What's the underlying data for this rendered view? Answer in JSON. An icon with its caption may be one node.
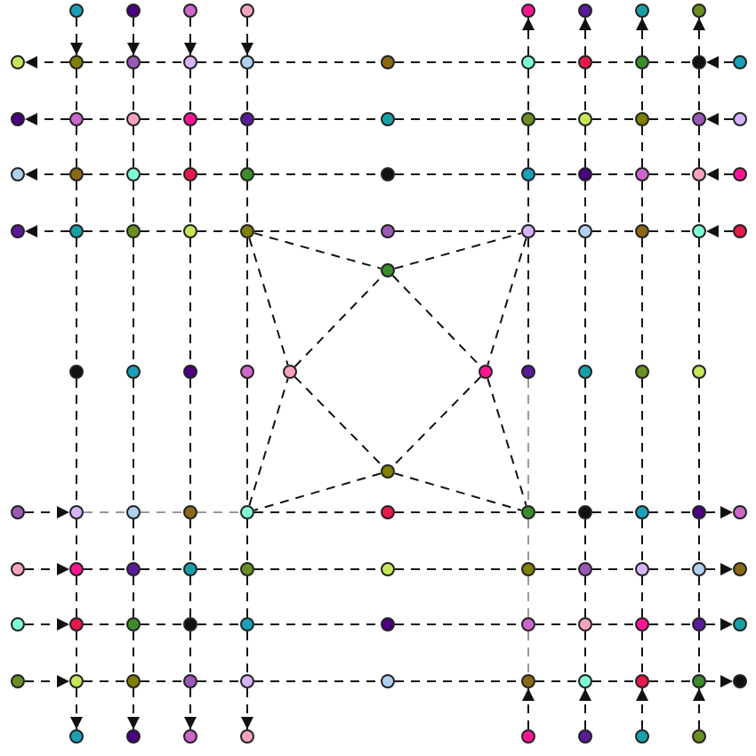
{
  "diagram": {
    "nodes": [
      {
        "text": [],
        "shape": "circle"
      },
      {
        "text": [],
        "shape": "circle"
      },
      {
        "text": [],
        "shape": "circle"
      },
      {
        "text": [],
        "shape": "circle"
      },
      {
        "text": [],
        "shape": "circle"
      },
      {
        "text": [],
        "shape": "circle"
      },
      {
        "text": [],
        "shape": "circle"
      },
      {
        "text": [],
        "shape": "circle"
      },
      {
        "text": [],
        "shape": "circle"
      },
      {
        "text": [],
        "shape": "circle"
      },
      {
        "text": [],
        "shape": "circle"
      },
      {
        "text": [],
        "shape": "circle"
      },
      {
        "text": [],
        "shape": "circle"
      },
      {
        "text": [],
        "shape": "circle"
      },
      {
        "text": [],
        "shape": "circle"
      },
      {
        "text": [],
        "shape": "circle"
      },
      {
        "text": [],
        "shape": "circle"
      },
      {
        "text": [],
        "shape": "circle"
      },
      {
        "text": [],
        "shape": "circle"
      },
      {
        "text": [],
        "shape": "circle"
      },
      {
        "text": [],
        "shape": "circle"
      },
      {
        "text": [],
        "shape": "circle"
      },
      {
        "text": [],
        "shape": "circle"
      },
      {
        "text": [],
        "shape": "circle"
      },
      {
        "text": [],
        "shape": "circle"
      },
      {
        "text": [],
        "shape": "circle"
      },
      {
        "text": [],
        "shape": "circle"
      },
      {
        "text": [],
        "shape": "circle"
      },
      {
        "text": [],
        "shape": "circle"
      },
      {
        "text": [],
        "shape": "circle"
      },
      {
        "text": [],
        "shape": "circle"
      },
      {
        "text": [],
        "shape": "circle"
      },
      {
        "text": [],
        "shape": "circle"
      },
      {
        "text": [],
        "shape": "circle"
      },
      {
        "text": [],
        "shape": "circle"
      },
      {
        "text": [],
        "shape": "circle"
      },
      {
        "text": [],
        "shape": "circle"
      },
      {
        "text": [],
        "shape": "circle"
      },
      {
        "text": [],
        "shape": "circle"
      },
      {
        "text": [],
        "shape": "circle"
      },
      {
        "text": [],
        "shape": "circle"
      },
      {
        "text": [],
        "shape": "circle"
      },
      {
        "text": [],
        "shape": "circle"
      },
      {
        "text": [],
        "shape": "circle"
      },
      {
        "text": [],
        "shape": "circle"
      },
      {
        "text": [],
        "shape": "circle"
      },
      {
        "text": [],
        "shape": "circle"
      },
      {
        "text": [],
        "shape": "circle"
      },
      {
        "text": [],
        "shape": "circle"
      },
      {
        "text": [],
        "shape": "circle"
      },
      {
        "text": [],
        "shape": "circle"
      },
      {
        "text": [],
        "shape": "circle"
      },
      {
        "text": [],
        "shape": "circle"
      },
      {
        "text": [],
        "shape": "circle"
      },
      {
        "text": [],
        "shape": "circle"
      },
      {
        "text": [],
        "shape": "circle"
      },
      {
        "text": [],
        "shape": "circle"
      },
      {
        "text": [],
        "shape": "circle"
      },
      {
        "text": [],
        "shape": "circle"
      },
      {
        "text": [],
        "shape": "circle"
      },
      {
        "text": [],
        "shape": "circle"
      },
      {
        "text": [],
        "shape": "circle"
      },
      {
        "text": [],
        "shape": "circle"
      },
      {
        "text": [],
        "shape": "circle"
      },
      {
        "text": [],
        "shape": "circle"
      },
      {
        "text": [],
        "shape": "circle"
      },
      {
        "text": [],
        "shape": "circle"
      },
      {
        "text": [],
        "shape": "circle"
      },
      {
        "text": [],
        "shape": "circle"
      },
      {
        "text": [],
        "shape": "circle"
      },
      {
        "text": [],
        "shape": "circle"
      },
      {
        "text": [],
        "shape": "circle"
      },
      {
        "text": [],
        "shape": "circle"
      },
      {
        "text": [],
        "shape": "circle"
      },
      {
        "text": [],
        "shape": "circle"
      },
      {
        "text": [],
        "shape": "circle"
      },
      {
        "text": [],
        "shape": "circle"
      },
      {
        "text": [],
        "shape": "circle"
      },
      {
        "text": [],
        "shape": "circle"
      },
      {
        "text": [],
        "shape": "circle"
      },
      {
        "text": [],
        "shape": "circle"
      },
      {
        "text": [],
        "shape": "circle"
      },
      {
        "text": [],
        "shape": "circle"
      },
      {
        "text": [],
        "shape": "circle"
      },
      {
        "text": [],
        "shape": "circle"
      },
      {
        "text": [],
        "shape": "circle"
      },
      {
        "text": [],
        "shape": "circle"
      },
      {
        "text": [],
        "shape": "circle"
      },
      {
        "text": [],
        "shape": "circle"
      },
      {
        "text": [],
        "shape": "circle"
      },
      {
        "text": [],
        "shape": "circle"
      },
      {
        "text": [],
        "shape": "circle"
      },
      {
        "text": [],
        "shape": "circle"
      },
      {
        "text": [],
        "shape": "circle"
      },
      {
        "text": [],
        "shape": "circle"
      },
      {
        "text": [],
        "shape": "circle"
      },
      {
        "text": [],
        "shape": "circle"
      },
      {
        "text": [],
        "shape": "circle"
      },
      {
        "text": [],
        "shape": "circle"
      },
      {
        "text": [],
        "shape": "circle"
      },
      {
        "text": [],
        "shape": "circle"
      },
      {
        "text": [],
        "shape": "circle"
      },
      {
        "text": [],
        "shape": "circle"
      },
      {
        "text": [],
        "shape": "circle"
      },
      {
        "text": [],
        "shape": "circle"
      },
      {
        "text": [],
        "shape": "circle"
      },
      {
        "text": [],
        "shape": "circle"
      },
      {
        "text": [],
        "shape": "circle"
      },
      {
        "text": [],
        "shape": "circle"
      },
      {
        "text": [],
        "shape": "circle"
      },
      {
        "text": [],
        "shape": "circle"
      },
      {
        "text": [],
        "shape": "circle"
      },
      {
        "text": [],
        "shape": "circle"
      },
      {
        "text": [],
        "shape": "circle"
      },
      {
        "text": [],
        "shape": "circle"
      },
      {
        "text": [],
        "shape": "circle"
      }
    ],
    "edges": [
      {
        "from": 9,
        "to": 8,
        "arrow": "to",
        "style": "dashed"
      },
      {
        "from": 9,
        "to": 10,
        "arrow": "none",
        "style": "dashed"
      },
      {
        "from": 10,
        "to": 11,
        "arrow": "none",
        "style": "dashed"
      },
      {
        "from": 11,
        "to": 12,
        "arrow": "none",
        "style": "dashed"
      },
      {
        "from": 12,
        "to": 13,
        "arrow": "none",
        "style": "dashed"
      },
      {
        "from": 13,
        "to": 14,
        "arrow": "none",
        "style": "dashed"
      },
      {
        "from": 14,
        "to": 15,
        "arrow": "none",
        "style": "dashed"
      },
      {
        "from": 15,
        "to": 16,
        "arrow": "none",
        "style": "dashed"
      },
      {
        "from": 16,
        "to": 17,
        "arrow": "none",
        "style": "dashed"
      },
      {
        "from": 18,
        "to": 17,
        "arrow": "to",
        "style": "dashed"
      },
      {
        "from": 20,
        "to": 19,
        "arrow": "to",
        "style": "dashed"
      },
      {
        "from": 20,
        "to": 21,
        "arrow": "none",
        "style": "dashed"
      },
      {
        "from": 21,
        "to": 22,
        "arrow": "none",
        "style": "dashed"
      },
      {
        "from": 22,
        "to": 23,
        "arrow": "none",
        "style": "dashed"
      },
      {
        "from": 23,
        "to": 24,
        "arrow": "none",
        "style": "dashed"
      },
      {
        "from": 24,
        "to": 25,
        "arrow": "none",
        "style": "dashed"
      },
      {
        "from": 25,
        "to": 26,
        "arrow": "none",
        "style": "dashed"
      },
      {
        "from": 26,
        "to": 27,
        "arrow": "none",
        "style": "dashed"
      },
      {
        "from": 27,
        "to": 28,
        "arrow": "none",
        "style": "dashed"
      },
      {
        "from": 29,
        "to": 28,
        "arrow": "to",
        "style": "dashed"
      },
      {
        "from": 31,
        "to": 30,
        "arrow": "to",
        "style": "dashed"
      },
      {
        "from": 31,
        "to": 32,
        "arrow": "none",
        "style": "dashed"
      },
      {
        "from": 32,
        "to": 33,
        "arrow": "none",
        "style": "dashed"
      },
      {
        "from": 33,
        "to": 34,
        "arrow": "none",
        "style": "dashed"
      },
      {
        "from": 34,
        "to": 35,
        "arrow": "none",
        "style": "dashed"
      },
      {
        "from": 35,
        "to": 36,
        "arrow": "none",
        "style": "dashed"
      },
      {
        "from": 36,
        "to": 37,
        "arrow": "none",
        "style": "dashed"
      },
      {
        "from": 37,
        "to": 38,
        "arrow": "none",
        "style": "dashed"
      },
      {
        "from": 38,
        "to": 39,
        "arrow": "none",
        "style": "dashed"
      },
      {
        "from": 40,
        "to": 39,
        "arrow": "to",
        "style": "dashed"
      },
      {
        "from": 42,
        "to": 41,
        "arrow": "to",
        "style": "dashed"
      },
      {
        "from": 42,
        "to": 43,
        "arrow": "none",
        "style": "dashed"
      },
      {
        "from": 43,
        "to": 44,
        "arrow": "none",
        "style": "dashed"
      },
      {
        "from": 44,
        "to": 45,
        "arrow": "none",
        "style": "dashed"
      },
      {
        "from": 45,
        "to": 46,
        "arrow": "none",
        "style": "dashed"
      },
      {
        "from": 46,
        "to": 47,
        "arrow": "none",
        "style": "dashed"
      },
      {
        "from": 47,
        "to": 48,
        "arrow": "none",
        "style": "dashed"
      },
      {
        "from": 48,
        "to": 49,
        "arrow": "none",
        "style": "dashed"
      },
      {
        "from": 49,
        "to": 50,
        "arrow": "none",
        "style": "dashed"
      },
      {
        "from": 51,
        "to": 50,
        "arrow": "to",
        "style": "dashed"
      },
      {
        "from": 64,
        "to": 65,
        "arrow": "to",
        "style": "dashed"
      },
      {
        "from": 65,
        "to": 66,
        "arrow": "none",
        "style": "dashed",
        "color": "#999999"
      },
      {
        "from": 66,
        "to": 67,
        "arrow": "none",
        "style": "dashed",
        "color": "#999999"
      },
      {
        "from": 67,
        "to": 68,
        "arrow": "none",
        "style": "dashed",
        "color": "#999999"
      },
      {
        "from": 68,
        "to": 69,
        "arrow": "none",
        "style": "dashed"
      },
      {
        "from": 69,
        "to": 70,
        "arrow": "none",
        "style": "dashed"
      },
      {
        "from": 70,
        "to": 71,
        "arrow": "none",
        "style": "dashed"
      },
      {
        "from": 71,
        "to": 72,
        "arrow": "none",
        "style": "dashed"
      },
      {
        "from": 72,
        "to": 73,
        "arrow": "none",
        "style": "dashed"
      },
      {
        "from": 73,
        "to": 74,
        "arrow": "to",
        "style": "dashed"
      },
      {
        "from": 75,
        "to": 76,
        "arrow": "to",
        "style": "dashed"
      },
      {
        "from": 76,
        "to": 77,
        "arrow": "none",
        "style": "dashed"
      },
      {
        "from": 77,
        "to": 78,
        "arrow": "none",
        "style": "dashed"
      },
      {
        "from": 78,
        "to": 79,
        "arrow": "none",
        "style": "dashed"
      },
      {
        "from": 79,
        "to": 80,
        "arrow": "none",
        "style": "dashed"
      },
      {
        "from": 80,
        "to": 81,
        "arrow": "none",
        "style": "dashed"
      },
      {
        "from": 81,
        "to": 82,
        "arrow": "none",
        "style": "dashed"
      },
      {
        "from": 82,
        "to": 83,
        "arrow": "none",
        "style": "dashed"
      },
      {
        "from": 83,
        "to": 84,
        "arrow": "none",
        "style": "dashed"
      },
      {
        "from": 84,
        "to": 85,
        "arrow": "to",
        "style": "dashed"
      },
      {
        "from": 86,
        "to": 87,
        "arrow": "to",
        "style": "dashed"
      },
      {
        "from": 87,
        "to": 88,
        "arrow": "none",
        "style": "dashed"
      },
      {
        "from": 88,
        "to": 89,
        "arrow": "none",
        "style": "dashed"
      },
      {
        "from": 89,
        "to": 90,
        "arrow": "none",
        "style": "dashed"
      },
      {
        "from": 90,
        "to": 91,
        "arrow": "none",
        "style": "dashed"
      },
      {
        "from": 91,
        "to": 92,
        "arrow": "none",
        "style": "dashed"
      },
      {
        "from": 92,
        "to": 93,
        "arrow": "none",
        "style": "dashed"
      },
      {
        "from": 93,
        "to": 94,
        "arrow": "none",
        "style": "dashed"
      },
      {
        "from": 94,
        "to": 95,
        "arrow": "none",
        "style": "dashed"
      },
      {
        "from": 95,
        "to": 96,
        "arrow": "to",
        "style": "dashed"
      },
      {
        "from": 97,
        "to": 98,
        "arrow": "to",
        "style": "dashed"
      },
      {
        "from": 98,
        "to": 99,
        "arrow": "none",
        "style": "dashed"
      },
      {
        "from": 99,
        "to": 100,
        "arrow": "none",
        "style": "dashed"
      },
      {
        "from": 100,
        "to": 101,
        "arrow": "none",
        "style": "dashed"
      },
      {
        "from": 101,
        "to": 102,
        "arrow": "none",
        "style": "dashed"
      },
      {
        "from": 102,
        "to": 103,
        "arrow": "none",
        "style": "dashed"
      },
      {
        "from": 103,
        "to": 104,
        "arrow": "none",
        "style": "dashed"
      },
      {
        "from": 104,
        "to": 105,
        "arrow": "none",
        "style": "dashed"
      },
      {
        "from": 105,
        "to": 106,
        "arrow": "none",
        "style": "dashed"
      },
      {
        "from": 106,
        "to": 107,
        "arrow": "to",
        "style": "dashed"
      },
      {
        "from": 0,
        "to": 9,
        "arrow": "to",
        "style": "dashed"
      },
      {
        "from": 9,
        "to": 20,
        "arrow": "none",
        "style": "dashed"
      },
      {
        "from": 20,
        "to": 31,
        "arrow": "none",
        "style": "dashed"
      },
      {
        "from": 31,
        "to": 42,
        "arrow": "none",
        "style": "dashed"
      },
      {
        "from": 42,
        "to": 53,
        "arrow": "none",
        "style": "dashed"
      },
      {
        "from": 53,
        "to": 65,
        "arrow": "none",
        "style": "dashed"
      },
      {
        "from": 65,
        "to": 76,
        "arrow": "none",
        "style": "dashed"
      },
      {
        "from": 76,
        "to": 87,
        "arrow": "none",
        "style": "dashed"
      },
      {
        "from": 87,
        "to": 98,
        "arrow": "none",
        "style": "dashed"
      },
      {
        "from": 98,
        "to": 108,
        "arrow": "to",
        "style": "dashed"
      },
      {
        "from": 1,
        "to": 10,
        "arrow": "to",
        "style": "dashed"
      },
      {
        "from": 10,
        "to": 21,
        "arrow": "none",
        "style": "dashed"
      },
      {
        "from": 21,
        "to": 32,
        "arrow": "none",
        "style": "dashed"
      },
      {
        "from": 32,
        "to": 43,
        "arrow": "none",
        "style": "dashed"
      },
      {
        "from": 43,
        "to": 54,
        "arrow": "none",
        "style": "dashed"
      },
      {
        "from": 54,
        "to": 66,
        "arrow": "none",
        "style": "dashed"
      },
      {
        "from": 66,
        "to": 77,
        "arrow": "none",
        "style": "dashed"
      },
      {
        "from": 77,
        "to": 88,
        "arrow": "none",
        "style": "dashed"
      },
      {
        "from": 88,
        "to": 99,
        "arrow": "none",
        "style": "dashed"
      },
      {
        "from": 99,
        "to": 109,
        "arrow": "to",
        "style": "dashed"
      },
      {
        "from": 2,
        "to": 11,
        "arrow": "to",
        "style": "dashed"
      },
      {
        "from": 11,
        "to": 22,
        "arrow": "none",
        "style": "dashed"
      },
      {
        "from": 22,
        "to": 33,
        "arrow": "none",
        "style": "dashed"
      },
      {
        "from": 33,
        "to": 44,
        "arrow": "none",
        "style": "dashed"
      },
      {
        "from": 44,
        "to": 55,
        "arrow": "none",
        "style": "dashed"
      },
      {
        "from": 55,
        "to": 67,
        "arrow": "none",
        "style": "dashed"
      },
      {
        "from": 67,
        "to": 78,
        "arrow": "none",
        "style": "dashed"
      },
      {
        "from": 78,
        "to": 89,
        "arrow": "none",
        "style": "dashed"
      },
      {
        "from": 89,
        "to": 100,
        "arrow": "none",
        "style": "dashed"
      },
      {
        "from": 100,
        "to": 110,
        "arrow": "to",
        "style": "dashed"
      },
      {
        "from": 3,
        "to": 12,
        "arrow": "to",
        "style": "dashed"
      },
      {
        "from": 12,
        "to": 23,
        "arrow": "none",
        "style": "dashed"
      },
      {
        "from": 23,
        "to": 34,
        "arrow": "none",
        "style": "dashed"
      },
      {
        "from": 34,
        "to": 45,
        "arrow": "none",
        "style": "dashed"
      },
      {
        "from": 45,
        "to": 56,
        "arrow": "none",
        "style": "dashed"
      },
      {
        "from": 56,
        "to": 68,
        "arrow": "none",
        "style": "dashed"
      },
      {
        "from": 68,
        "to": 79,
        "arrow": "none",
        "style": "dashed"
      },
      {
        "from": 79,
        "to": 90,
        "arrow": "none",
        "style": "dashed"
      },
      {
        "from": 90,
        "to": 101,
        "arrow": "none",
        "style": "dashed"
      },
      {
        "from": 101,
        "to": 111,
        "arrow": "to",
        "style": "dashed"
      },
      {
        "from": 14,
        "to": 4,
        "arrow": "to",
        "style": "dashed"
      },
      {
        "from": 14,
        "to": 25,
        "arrow": "none",
        "style": "dashed"
      },
      {
        "from": 25,
        "to": 36,
        "arrow": "none",
        "style": "dashed"
      },
      {
        "from": 36,
        "to": 47,
        "arrow": "none",
        "style": "dashed"
      },
      {
        "from": 47,
        "to": 59,
        "arrow": "none",
        "style": "dashed"
      },
      {
        "from": 59,
        "to": 70,
        "arrow": "none",
        "style": "dashed",
        "color": "#999999"
      },
      {
        "from": 70,
        "to": 81,
        "arrow": "none",
        "style": "dashed",
        "color": "#999999"
      },
      {
        "from": 81,
        "to": 92,
        "arrow": "none",
        "style": "dashed",
        "color": "#999999"
      },
      {
        "from": 92,
        "to": 103,
        "arrow": "none",
        "style": "dashed",
        "color": "#999999"
      },
      {
        "from": 112,
        "to": 103,
        "arrow": "to",
        "style": "dashed"
      },
      {
        "from": 15,
        "to": 5,
        "arrow": "to",
        "style": "dashed"
      },
      {
        "from": 15,
        "to": 26,
        "arrow": "none",
        "style": "dashed"
      },
      {
        "from": 26,
        "to": 37,
        "arrow": "none",
        "style": "dashed"
      },
      {
        "from": 37,
        "to": 48,
        "arrow": "none",
        "style": "dashed"
      },
      {
        "from": 48,
        "to": 60,
        "arrow": "none",
        "style": "dashed"
      },
      {
        "from": 60,
        "to": 71,
        "arrow": "none",
        "style": "dashed"
      },
      {
        "from": 71,
        "to": 82,
        "arrow": "none",
        "style": "dashed"
      },
      {
        "from": 82,
        "to": 93,
        "arrow": "none",
        "style": "dashed"
      },
      {
        "from": 93,
        "to": 104,
        "arrow": "none",
        "style": "dashed"
      },
      {
        "from": 113,
        "to": 104,
        "arrow": "to",
        "style": "dashed"
      },
      {
        "from": 16,
        "to": 6,
        "arrow": "to",
        "style": "dashed"
      },
      {
        "from": 16,
        "to": 27,
        "arrow": "none",
        "style": "dashed"
      },
      {
        "from": 27,
        "to": 38,
        "arrow": "none",
        "style": "dashed"
      },
      {
        "from": 38,
        "to": 49,
        "arrow": "none",
        "style": "dashed"
      },
      {
        "from": 49,
        "to": 61,
        "arrow": "none",
        "style": "dashed"
      },
      {
        "from": 61,
        "to": 72,
        "arrow": "none",
        "style": "dashed"
      },
      {
        "from": 72,
        "to": 83,
        "arrow": "none",
        "style": "dashed"
      },
      {
        "from": 83,
        "to": 94,
        "arrow": "none",
        "style": "dashed"
      },
      {
        "from": 94,
        "to": 105,
        "arrow": "none",
        "style": "dashed"
      },
      {
        "from": 114,
        "to": 105,
        "arrow": "to",
        "style": "dashed"
      },
      {
        "from": 17,
        "to": 7,
        "arrow": "to",
        "style": "dashed"
      },
      {
        "from": 17,
        "to": 28,
        "arrow": "none",
        "style": "dashed"
      },
      {
        "from": 28,
        "to": 39,
        "arrow": "none",
        "style": "dashed"
      },
      {
        "from": 39,
        "to": 50,
        "arrow": "none",
        "style": "dashed"
      },
      {
        "from": 50,
        "to": 62,
        "arrow": "none",
        "style": "dashed"
      },
      {
        "from": 62,
        "to": 73,
        "arrow": "none",
        "style": "dashed"
      },
      {
        "from": 73,
        "to": 84,
        "arrow": "none",
        "style": "dashed"
      },
      {
        "from": 84,
        "to": 95,
        "arrow": "none",
        "style": "dashed"
      },
      {
        "from": 95,
        "to": 106,
        "arrow": "none",
        "style": "dashed"
      },
      {
        "from": 115,
        "to": 106,
        "arrow": "to",
        "style": "dashed"
      },
      {
        "from": 68,
        "to": 57,
        "arrow": "none",
        "style": "dashed"
      },
      {
        "from": 57,
        "to": 52,
        "arrow": "none",
        "style": "dashed"
      },
      {
        "from": 52,
        "to": 47,
        "arrow": "none",
        "style": "dashed"
      },
      {
        "from": 45,
        "to": 52,
        "arrow": "none",
        "style": "dashed"
      },
      {
        "from": 52,
        "to": 58,
        "arrow": "none",
        "style": "dashed"
      },
      {
        "from": 58,
        "to": 70,
        "arrow": "none",
        "style": "dashed"
      },
      {
        "from": 45,
        "to": 57,
        "arrow": "none",
        "style": "dashed"
      },
      {
        "from": 57,
        "to": 63,
        "arrow": "none",
        "style": "dashed"
      },
      {
        "from": 63,
        "to": 70,
        "arrow": "none",
        "style": "dashed"
      },
      {
        "from": 47,
        "to": 58,
        "arrow": "none",
        "style": "dashed"
      },
      {
        "from": 58,
        "to": 63,
        "arrow": "none",
        "style": "dashed"
      },
      {
        "from": 63,
        "to": 68,
        "arrow": "none",
        "style": "dashed"
      }
    ]
  }
}
